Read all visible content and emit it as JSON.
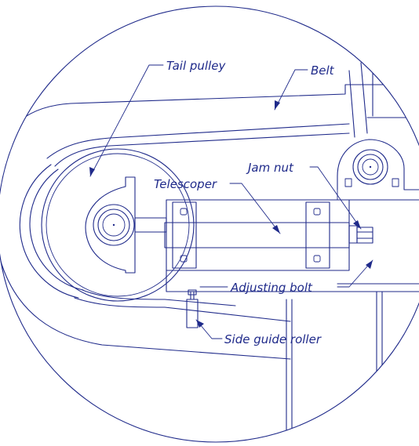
{
  "labels": {
    "tail_pulley": "Tail pulley",
    "belt": "Belt",
    "jam_nut": "Jam nut",
    "telescoper": "Telescoper",
    "adjusting_bolt": "Adjusting bolt",
    "side_guide_roller": "Side guide roller"
  },
  "colors": {
    "line": "#1f2a8a",
    "background": "#ffffff"
  }
}
